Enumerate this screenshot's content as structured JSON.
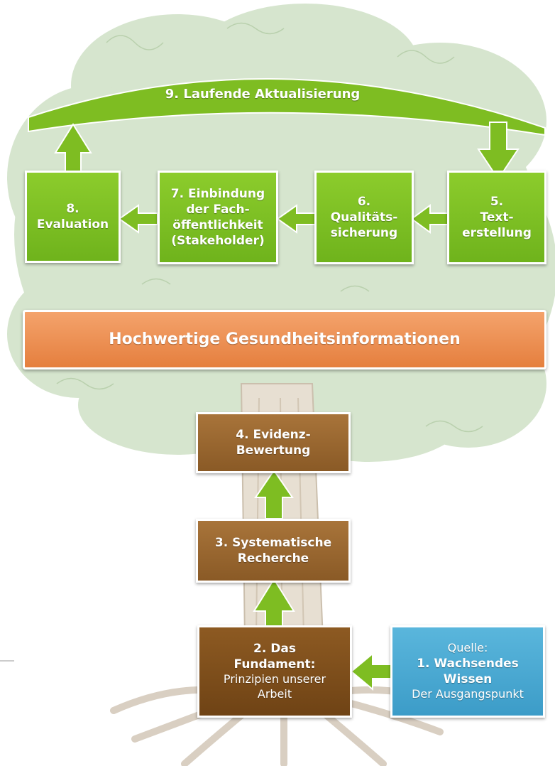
{
  "colors": {
    "leaf_green": "#7bbf24",
    "brown": "#9c6a32",
    "dark_brown": "#7e4f1c",
    "blue": "#4aaad4",
    "orange": "#ec8c4e",
    "foliage": "#c8dcc0"
  },
  "top_arc": {
    "label": "9. Laufende Aktualisierung"
  },
  "steps": {
    "evaluation": {
      "lines": [
        "8.",
        "Evaluation"
      ]
    },
    "einbindung": {
      "lines": [
        "7. Einbindung",
        "der Fach-",
        "öffentlichkeit",
        "(Stakeholder)"
      ]
    },
    "qualitaet": {
      "lines": [
        "6.",
        "Qualitäts-",
        "sicherung"
      ]
    },
    "text": {
      "lines": [
        "5.",
        "Text-",
        "erstellung"
      ]
    },
    "evidenz": {
      "lines": [
        "4. Evidenz-",
        "Bewertung"
      ]
    },
    "recherche": {
      "lines": [
        "3. Systematische",
        "Recherche"
      ]
    },
    "fundament": {
      "title_lines": [
        "2. Das",
        "Fundament:"
      ],
      "sub_lines": [
        "Prinzipien unserer",
        "Arbeit"
      ]
    },
    "quelle": {
      "top": "Quelle:",
      "title_lines": [
        "1. Wachsendes",
        "Wissen"
      ],
      "sub": "Der Ausgangspunkt"
    }
  },
  "banner": {
    "label": "Hochwertige Gesundheitsinformationen"
  }
}
